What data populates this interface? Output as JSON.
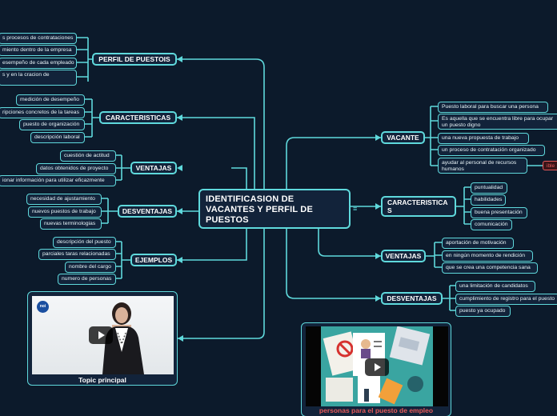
{
  "central": {
    "title": "IDENTIFICASION DE VACANTES Y PERFIL DE PUESTOS",
    "note_icon": "note-icon"
  },
  "left": {
    "perfil": {
      "label": "PERFIL DE PUESTOIS",
      "items": [
        "s procesos de contrataciones",
        "miento dentro de la empresa",
        "esempeño de cada empleado",
        "s y  en la cracion de"
      ]
    },
    "caracteristicas": {
      "label": "CARACTERISTICAS",
      "items": [
        "medición de desempeño",
        "ripciones concretos de la tareas",
        "puesto de organización",
        "descripción laboral"
      ]
    },
    "ventajas": {
      "label": "VENTAJAS",
      "items": [
        "cuestión de actitud",
        "datos obtenidos de proyecto",
        "ionar información  para utilizar eficazmente"
      ]
    },
    "desventajas": {
      "label": "DESVENTAJAS",
      "items": [
        "necesidad de ajustamiento",
        "nuevos puestos de trabajo",
        "nuevas terminologias"
      ]
    },
    "ejemplos": {
      "label": "EJEMPLOS",
      "items": [
        "descripción del puesto",
        "parciales taras relacionadas",
        "nombre del cargo",
        "numero de personas"
      ]
    }
  },
  "right": {
    "vacante": {
      "label": "VACANTE",
      "items": [
        "Puesto laboral para buscar una persona",
        "Es aquella que se encuentra libre para ocupar un puesto digno",
        "una nueva propuesta de trabajo",
        "un proceso de contratación organizado",
        "ayudar al personal de recursos humanos"
      ],
      "badge": "ible"
    },
    "caracteristicas": {
      "label": "CARACTERISTICAS",
      "items": [
        "puntualidad",
        "habilidades",
        "buena presentación",
        "comunicación"
      ]
    },
    "ventajas": {
      "label": "VENTAJAS",
      "items": [
        "aportación de motivación",
        "en ningún momento de rendición",
        "que se crea una competencia sana"
      ]
    },
    "desventajas": {
      "label": "DESVENTAJAS",
      "items": [
        "una limitación de candidatos",
        "cumplimiento de registro para el puesto",
        "puesto ya ocupado"
      ]
    }
  },
  "media": {
    "left_caption": "Topic principal",
    "left_logo": "noi",
    "right_caption": "personas para el puesto de empleo"
  },
  "colors": {
    "background": "#0c1a2b",
    "line": "#5fd9dc",
    "node_fill": "#12233a",
    "caption_red": "#e85a5a"
  }
}
